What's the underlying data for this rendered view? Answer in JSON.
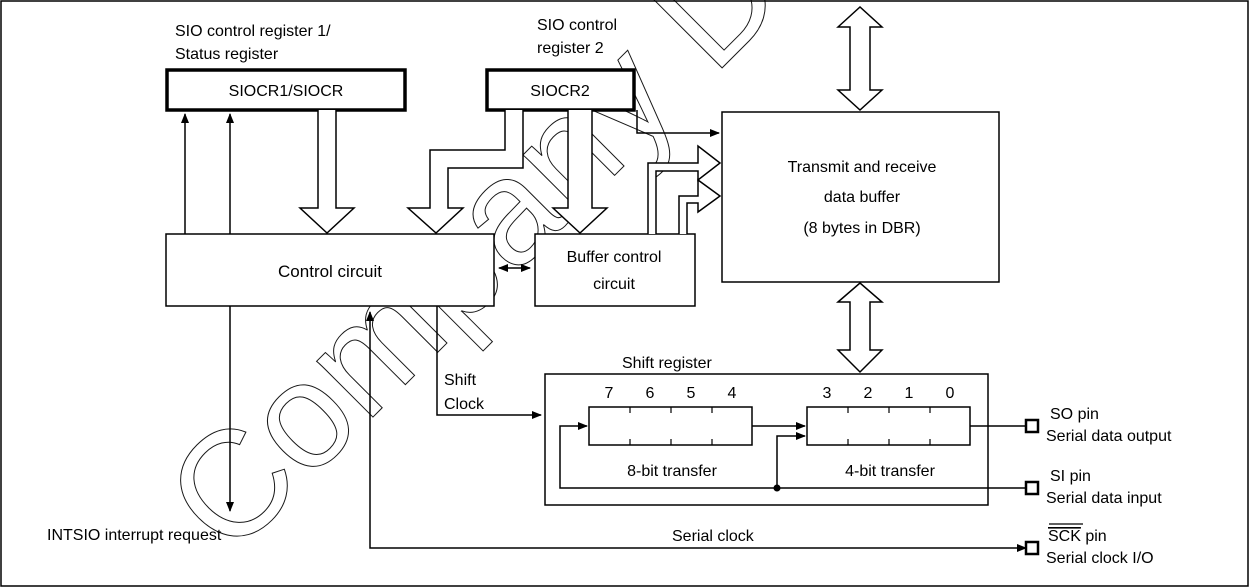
{
  "labels": {
    "siocr1_caption_line1": "SIO control register 1/",
    "siocr1_caption_line2": "Status register",
    "siocr1_box": "SIOCR1/SIOCR",
    "siocr2_caption_line1": "SIO control",
    "siocr2_caption_line2": "register 2",
    "siocr2_box": "SIOCR2",
    "buffer_line1": "Transmit and receive",
    "buffer_line2": "data buffer",
    "buffer_line3": "(8 bytes in DBR)",
    "control_circuit": "Control circuit",
    "buffer_control_line1": "Buffer control",
    "buffer_control_line2": "circuit",
    "shift_register": "Shift register",
    "shift_clock_line1": "Shift",
    "shift_clock_line2": "Clock",
    "bits": [
      "7",
      "6",
      "5",
      "4",
      "3",
      "2",
      "1",
      "0"
    ],
    "transfer_8bit": "8-bit transfer",
    "transfer_4bit": "4-bit transfer",
    "so_pin": "SO pin",
    "so_desc": "Serial data output",
    "si_pin": "SI pin",
    "si_desc": "Serial data input",
    "sck_pin_name": "SCK",
    "sck_pin_suffix": " pin",
    "sck_desc": "Serial clock I/O",
    "intsio": "INTSIO interrupt request",
    "serial_clock": "Serial clock"
  },
  "watermark": "Company Design"
}
